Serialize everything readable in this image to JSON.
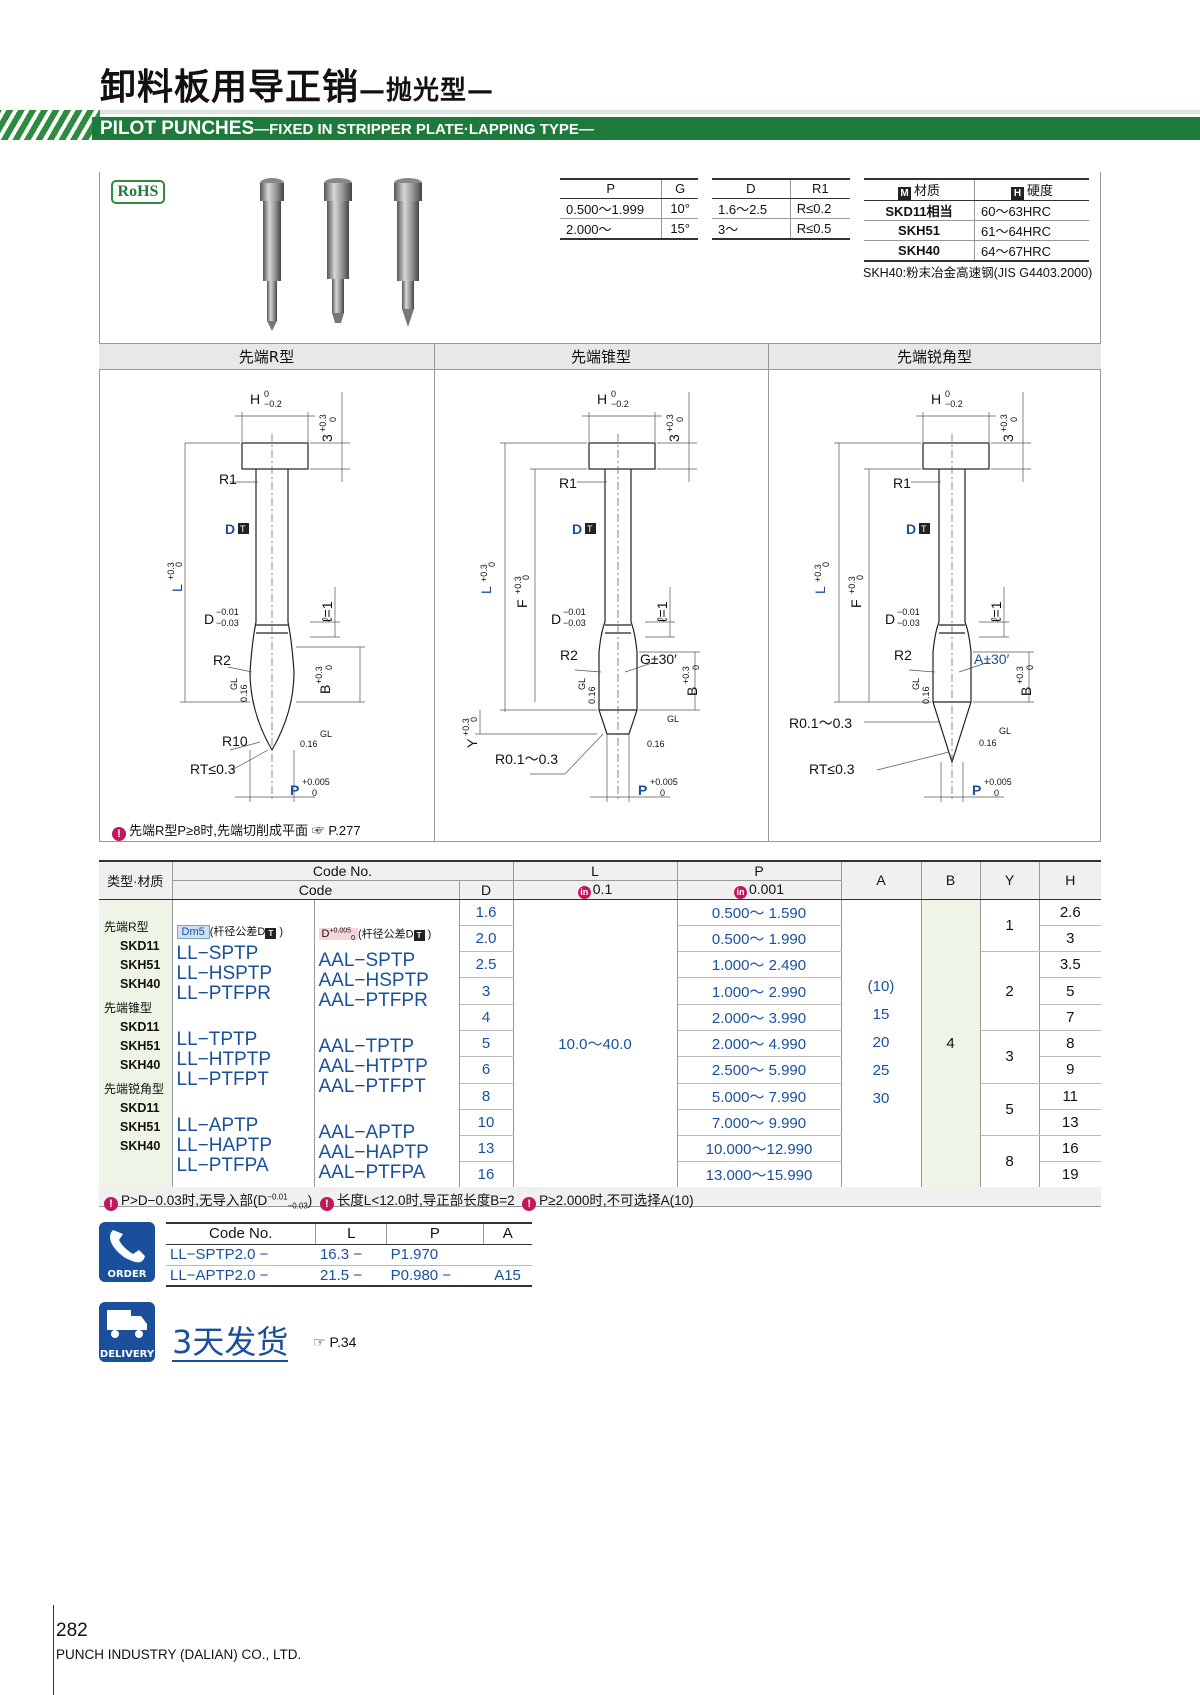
{
  "header": {
    "title_cn": "卸料板用导正销",
    "title_cn_sub": "—抛光型—",
    "title_en": "PILOT PUNCHES",
    "title_en_sub": "—FIXED IN STRIPPER PLATE·LAPPING TYPE—"
  },
  "rohs": "RoHS",
  "spec_pg": {
    "headers": [
      "P",
      "G"
    ],
    "rows": [
      [
        "0.500～1.999",
        "10°"
      ],
      [
        "2.000～",
        "15°"
      ]
    ]
  },
  "spec_dr": {
    "headers": [
      "D",
      "R1"
    ],
    "rows": [
      [
        "1.6～2.5",
        "R≤0.2"
      ],
      [
        "3～",
        "R≤0.5"
      ]
    ]
  },
  "materials": {
    "header_material_icon": "M",
    "header_material": "材质",
    "header_hardness_icon": "H",
    "header_hardness": "硬度",
    "rows": [
      [
        "SKD11相当",
        "60～63HRC"
      ],
      [
        "SKH51",
        "61～64HRC"
      ],
      [
        "SKH40",
        "64～67HRC"
      ]
    ],
    "note": "SKH40:粉末冶金高速钢(JIS G4403.2000)"
  },
  "panels": {
    "r_type": "先端R型",
    "taper_type": "先端锥型",
    "sharp_type": "先端锐角型"
  },
  "drawing_labels": {
    "h": "H",
    "h_tol_top": "0",
    "h_tol_bot": "−0.2",
    "head_th": "3",
    "head_tol": "+0.3",
    "head_tol_zero": "0",
    "r1": "R1",
    "d": "D",
    "t_icon": "T",
    "l": "L",
    "l_tol": "+0.3",
    "l_tol_zero": "0",
    "f": "F",
    "d_low": "D",
    "d_low_tol_top": "−0.01",
    "d_low_tol_bot": "−0.03",
    "ell": "ℓ=1",
    "r2": "R2",
    "gl": "GL",
    "rough": "0.16",
    "b": "B",
    "b_tol": "+0.3",
    "b_tol_zero": "0",
    "r10": "R10",
    "rt": "RT≤0.3",
    "p": "P",
    "p_tol": "+0.005",
    "p_tol_zero": "0",
    "g_ang": "G±30′",
    "a_ang": "A±30′",
    "y": "Y",
    "r01": "R0.1～0.3"
  },
  "r_type_note": "先端R型P≥8时,先端切削成平面",
  "r_type_note_ref": "P.277",
  "main_table": {
    "h_type": "类型·材质",
    "h_code_no": "Code No.",
    "h_code": "Code",
    "h_d": "D",
    "h_l": "L",
    "h_l_unit": "0.1",
    "h_p": "P",
    "h_p_unit": "0.001",
    "h_a": "A",
    "h_b": "B",
    "h_y": "Y",
    "h_h": "H",
    "unit_icon": "in",
    "tol_dm5": "Dm5",
    "tol_dm5_note": "(杆径公差D",
    "tol_d": "D",
    "tol_d_sup": "+0.005",
    "tol_d_sub": "0",
    "tol_d_note": "(杆径公差D",
    "groups": [
      {
        "name": "先端R型",
        "mats": [
          "SKD11",
          "SKH51",
          "SKH40"
        ],
        "ll": [
          "LL−SPTP",
          "LL−HSPTP",
          "LL−PTFPR"
        ],
        "aal": [
          "AAL−SPTP",
          "AAL−HSPTP",
          "AAL−PTFPR"
        ]
      },
      {
        "name": "先端锥型",
        "mats": [
          "SKD11",
          "SKH51",
          "SKH40"
        ],
        "ll": [
          "LL−TPTP",
          "LL−HTPTP",
          "LL−PTFPT"
        ],
        "aal": [
          "AAL−TPTP",
          "AAL−HTPTP",
          "AAL−PTFPT"
        ]
      },
      {
        "name": "先端锐角型",
        "mats": [
          "SKD11",
          "SKH51",
          "SKH40"
        ],
        "ll": [
          "LL−APTP",
          "LL−HAPTP",
          "LL−PTFPA"
        ],
        "aal": [
          "AAL−APTP",
          "AAL−HAPTP",
          "AAL−PTFPA"
        ]
      }
    ],
    "d_values": [
      "1.6",
      "2.0",
      "2.5",
      "3",
      "4",
      "5",
      "6",
      "8",
      "10",
      "13",
      "16"
    ],
    "l_range": "10.0～40.0",
    "p_ranges": [
      "0.500～ 1.590",
      "0.500～ 1.990",
      "1.000～ 2.490",
      "1.000～ 2.990",
      "2.000～ 3.990",
      "2.000～ 4.990",
      "2.500～ 5.990",
      "5.000～ 7.990",
      "7.000～ 9.990",
      "10.000～12.990",
      "13.000～15.990"
    ],
    "a_values": [
      "(10)",
      "15",
      "20",
      "25",
      "30"
    ],
    "b_value": "4",
    "y_values": [
      "1",
      "2",
      "3",
      "5",
      "8"
    ],
    "h_values": [
      "2.6",
      "3",
      "3.5",
      "5",
      "7",
      "8",
      "9",
      "11",
      "13",
      "16",
      "19"
    ]
  },
  "main_notes": {
    "n1": "P>D−0.03时,无导入部(D",
    "n1_sup": "−0.01",
    "n1_sub": "−0.03",
    "n1_end": ")",
    "n2": "长度L<12.0时,导正部长度B=2",
    "n3": "P≥2.000时,不可选择A(10)"
  },
  "order": {
    "badge": "ORDER",
    "headers": [
      "Code No.",
      "L",
      "P",
      "A"
    ],
    "rows": [
      [
        "LL−SPTP2.0",
        "−",
        "16.3",
        "−",
        "P1.970",
        "",
        ""
      ],
      [
        "LL−APTP2.0",
        "−",
        "21.5",
        "−",
        "P0.980",
        "−",
        "A15"
      ]
    ]
  },
  "delivery": {
    "badge": "DELIVERY",
    "text": "3天发货",
    "ref": "P.34"
  },
  "footer": {
    "page": "282",
    "company": "PUNCH INDUSTRY (DALIAN) CO., LTD."
  }
}
